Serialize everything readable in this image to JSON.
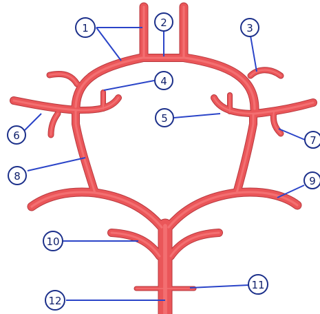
{
  "diagram": {
    "colors": {
      "vessel": "#ea5659",
      "vessel_outline": "#b7373d",
      "leader_line": "#2a44c8",
      "marker_outline": "#1b2f8a",
      "marker_text": "#10206b"
    },
    "labels": [
      "1",
      "2",
      "3",
      "4",
      "5",
      "6",
      "7",
      "8",
      "9",
      "10",
      "11",
      "12"
    ]
  }
}
